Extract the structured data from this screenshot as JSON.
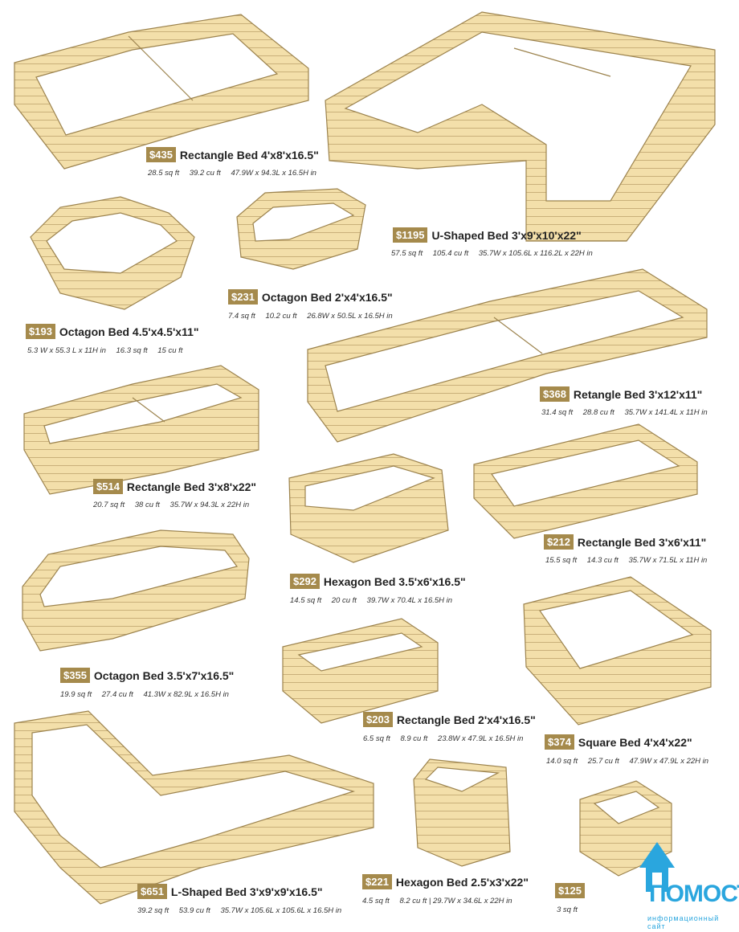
{
  "colors": {
    "wood": "#f3dfaa",
    "wood_edge": "#b0955a",
    "price_badge": "#a58a4c",
    "watermark": "#2aa6de"
  },
  "beds": [
    {
      "price": "$435",
      "name": "Rectangle Bed 4'x8'x16.5\"",
      "specs": [
        "28.5 sq ft",
        "39.2 cu ft",
        "47.9W x 94.3L x 16.5H in"
      ]
    },
    {
      "price": "$1195",
      "name": "U-Shaped Bed 3'x9'x10'x22\"",
      "specs": [
        "57.5 sq ft",
        "105.4 cu ft",
        "35.7W x 105.6L x 116.2L x 22H in"
      ]
    },
    {
      "price": "$231",
      "name": "Octagon Bed 2'x4'x16.5\"",
      "specs": [
        "7.4 sq ft",
        "10.2 cu ft",
        "26.8W x 50.5L x 16.5H in"
      ]
    },
    {
      "price": "$193",
      "name": "Octagon Bed 4.5'x4.5'x11\"",
      "specs": [
        "5.3 W x 55.3 L x 11H in",
        "16.3 sq ft",
        "15 cu ft"
      ]
    },
    {
      "price": "$368",
      "name": "Retangle Bed 3'x12'x11\"",
      "specs": [
        "31.4 sq ft",
        "28.8 cu ft",
        "35.7W x 141.4L x 11H in"
      ]
    },
    {
      "price": "$514",
      "name": "Rectangle Bed 3'x8'x22\"",
      "specs": [
        "20.7 sq ft",
        "38 cu ft",
        "35.7W x 94.3L x 22H in"
      ]
    },
    {
      "price": "$212",
      "name": "Rectangle Bed 3'x6'x11\"",
      "specs": [
        "15.5 sq ft",
        "14.3 cu ft",
        "35.7W x 71.5L x 11H in"
      ]
    },
    {
      "price": "$292",
      "name": "Hexagon Bed 3.5'x6'x16.5\"",
      "specs": [
        "14.5 sq ft",
        "20 cu ft",
        "39.7W x 70.4L x 16.5H in"
      ]
    },
    {
      "price": "$355",
      "name": "Octagon Bed 3.5'x7'x16.5\"",
      "specs": [
        "19.9 sq ft",
        "27.4 cu ft",
        "41.3W x 82.9L x 16.5H in"
      ]
    },
    {
      "price": "$203",
      "name": "Rectangle Bed 2'x4'x16.5\"",
      "specs": [
        "6.5 sq ft",
        "8.9 cu ft",
        "23.8W x 47.9L x 16.5H in"
      ]
    },
    {
      "price": "$374",
      "name": "Square Bed 4'x4'x22\"",
      "specs": [
        "14.0 sq ft",
        "25.7 cu ft",
        "47.9W x 47.9L x 22H in"
      ]
    },
    {
      "price": "$651",
      "name": "L-Shaped Bed 3'x9'x9'x16.5\"",
      "specs": [
        "39.2 sq ft",
        "53.9 cu ft",
        "35.7W x 105.6L x 105.6L x 16.5H in"
      ]
    },
    {
      "price": "$221",
      "name": "Hexagon Bed 2.5'x3'x22\"",
      "specs": [
        "4.5 sq ft",
        "8.2 cu ft | 29.7W x 34.6L x 22H in"
      ]
    },
    {
      "price": "$125",
      "name": "",
      "specs": [
        "3 sq ft"
      ]
    }
  ],
  "watermark": {
    "title": "ПОМОСТИ",
    "subtitle": "информационный сайт"
  }
}
